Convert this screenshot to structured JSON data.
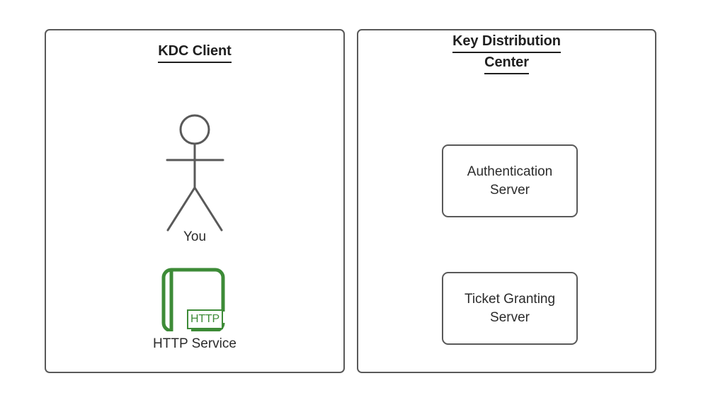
{
  "diagram": {
    "title_client": "KDC Client",
    "title_kdc_line1": "Key Distribution",
    "title_kdc_line2": "Center",
    "actor_label": "You",
    "http_badge_text": "HTTP",
    "http_service_label": "HTTP Service",
    "servers": [
      {
        "line1": "Authentication",
        "line2": "Server"
      },
      {
        "line1": "Ticket Granting",
        "line2": "Server"
      }
    ],
    "colors": {
      "stroke": "#595959",
      "text": "#2b2b2b",
      "title": "#1f1f1f",
      "accent_green": "#3d8b37",
      "background": "#ffffff"
    }
  }
}
